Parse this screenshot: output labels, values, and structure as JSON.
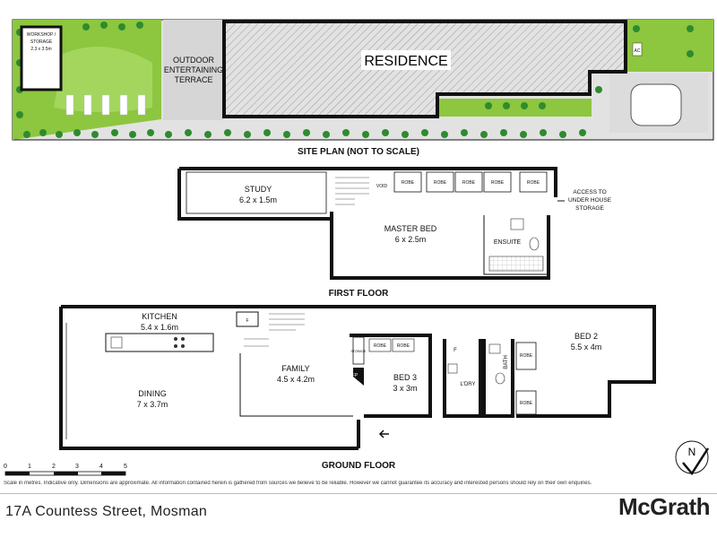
{
  "site_plan": {
    "title": "SITE PLAN (NOT TO SCALE)",
    "workshop": [
      "WORKSHOP /",
      "STORAGE",
      "2.3 x 3.5m"
    ],
    "terrace": [
      "OUTDOOR",
      "ENTERTAINING",
      "TERRACE"
    ],
    "residence": "RESIDENCE",
    "ac": "AC"
  },
  "first_floor": {
    "title": "FIRST FLOOR",
    "study": [
      "STUDY",
      "6.2 x 1.5m"
    ],
    "void": "VOID",
    "robe": "ROBE",
    "master": [
      "MASTER BED",
      "6 x 2.5m"
    ],
    "ensuite": "ENSUITE",
    "access": [
      "ACCESS TO",
      "UNDER HOUSE",
      "STORAGE"
    ]
  },
  "ground_floor": {
    "title": "GROUND FLOOR",
    "kitchen": [
      "KITCHEN",
      "5.4 x 1.6m"
    ],
    "dining": [
      "DINING",
      "7 x 3.7m"
    ],
    "family": [
      "FAMILY",
      "4.5 x 4.2m"
    ],
    "bed3": [
      "BED 3",
      "3 x 3m"
    ],
    "bed2": [
      "BED 2",
      "5.5 x 4m"
    ],
    "ldry": "L'DRY",
    "bath": "BATH",
    "storage": "STORAGE",
    "robe": "ROBE",
    "fp": "FP",
    "f": "F"
  },
  "scale": {
    "ticks": [
      "0",
      "1",
      "2",
      "3",
      "4",
      "5"
    ],
    "north": "N"
  },
  "footer": {
    "disclaimer": "Scale in metres. Indicative only. Dimensions are approximate. All information contained herein is gathered from sources we believe to be reliable. However we cannot guarantee its accuracy and interested persons should rely on their own enquiries.",
    "address": "17A Countess Street, Mosman",
    "brand": "McGrath"
  },
  "colors": {
    "grass": "#8dc63f",
    "shrub": "#2e8b2e",
    "paving": "#e2e2e2",
    "wall": "#111111"
  }
}
